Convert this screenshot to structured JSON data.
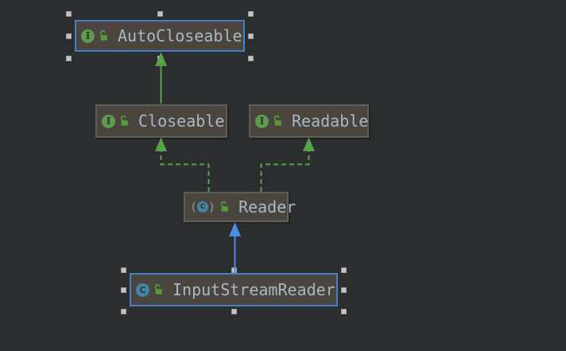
{
  "diagram": {
    "nodes": [
      {
        "label": "AutoCloseable",
        "kind": "interface",
        "icon_letter": "I",
        "lock_icon": "open-lock",
        "selected": true
      },
      {
        "label": "Closeable",
        "kind": "interface",
        "icon_letter": "I",
        "lock_icon": "open-lock",
        "selected": false
      },
      {
        "label": "Readable",
        "kind": "interface",
        "icon_letter": "I",
        "lock_icon": "open-lock",
        "selected": false
      },
      {
        "label": "Reader",
        "kind": "abstract-class",
        "icon_letter": "C",
        "icon_paren_left": "(",
        "icon_paren_right": ")",
        "lock_icon": "open-lock",
        "selected": false
      },
      {
        "label": "InputStreamReader",
        "kind": "class",
        "icon_letter": "C",
        "lock_icon": "open-lock",
        "selected": true
      }
    ],
    "edges": [
      {
        "from": "Closeable",
        "to": "AutoCloseable",
        "relation": "extends",
        "line": "solid",
        "color": "green"
      },
      {
        "from": "Reader",
        "to": "Closeable",
        "relation": "implements",
        "line": "dashed",
        "color": "green"
      },
      {
        "from": "Reader",
        "to": "Readable",
        "relation": "implements",
        "line": "dashed",
        "color": "green"
      },
      {
        "from": "InputStreamReader",
        "to": "Reader",
        "relation": "extends",
        "line": "solid",
        "color": "blue"
      }
    ],
    "colors": {
      "background": "#2b2d2e",
      "node_fill": "#4a463f",
      "node_border": "#5d5e56",
      "selection_blue": "#4380c8",
      "inheritance_green": "#58a24c",
      "class_blue_arrow": "#4c8fe2",
      "interface_icon_green": "#5d9b50",
      "class_icon_teal": "#4484a4",
      "lock_green": "#599a3f",
      "label_text": "#a9b7c6"
    }
  }
}
